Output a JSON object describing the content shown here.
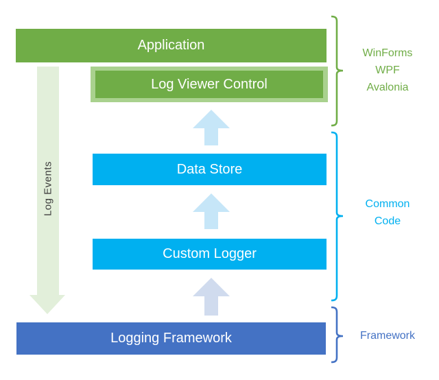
{
  "diagram": {
    "boxes": {
      "application": "Application",
      "log_viewer_control": "Log Viewer Control",
      "data_store": "Data Store",
      "custom_logger": "Custom Logger",
      "logging_framework": "Logging Framework"
    },
    "flow_label": "Log Events",
    "side_groups": {
      "platform": {
        "lines": [
          "WinForms",
          "WPF",
          "Avalonia"
        ],
        "color": "#70AD47"
      },
      "common": {
        "lines": [
          "Common",
          "Code"
        ],
        "color": "#00B0F0"
      },
      "framework": {
        "lines": [
          "Framework"
        ],
        "color": "#4472C4"
      }
    },
    "colors": {
      "green_box": "#70AD47",
      "light_green_border": "#A9D18E",
      "pale_green_arrow": "#E2EFDA",
      "cyan_box": "#00B0F0",
      "blue_box": "#4472C4",
      "light_blue_arrow": "#C6E6F8",
      "lavender_arrow": "#D0DBEE",
      "flow_label_text": "#3F3F3F",
      "box_text": "#FFFFFF"
    }
  }
}
